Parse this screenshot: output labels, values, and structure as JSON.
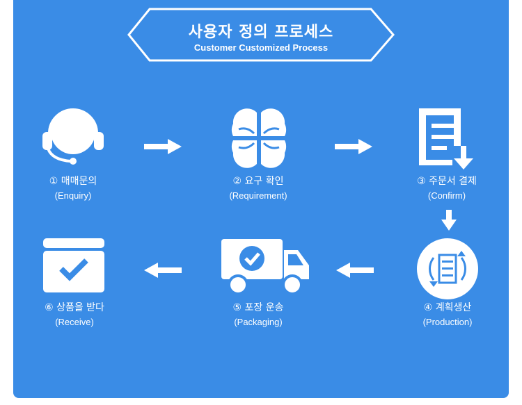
{
  "header": {
    "title_ko": "사용자 정의 프로세스",
    "title_en": "Customer Customized Process"
  },
  "steps": [
    {
      "num": "①",
      "ko": "매매문의",
      "en": "(Enquiry)",
      "icon": "headset-icon"
    },
    {
      "num": "②",
      "ko": "요구 확인",
      "en": "(Requirement)",
      "icon": "clover-icon"
    },
    {
      "num": "③",
      "ko": "주문서 결제",
      "en": "(Confirm)",
      "icon": "document-download-icon"
    },
    {
      "num": "④",
      "ko": "계획생산",
      "en": "(Production)",
      "icon": "cycle-list-icon"
    },
    {
      "num": "⑤",
      "ko": "포장 운송",
      "en": "(Packaging)",
      "icon": "delivery-truck-icon"
    },
    {
      "num": "⑥",
      "ko": "상품을 받다",
      "en": "(Receive)",
      "icon": "checked-box-icon"
    }
  ],
  "colors": {
    "background": "#3a8ce6",
    "foreground": "#ffffff"
  }
}
